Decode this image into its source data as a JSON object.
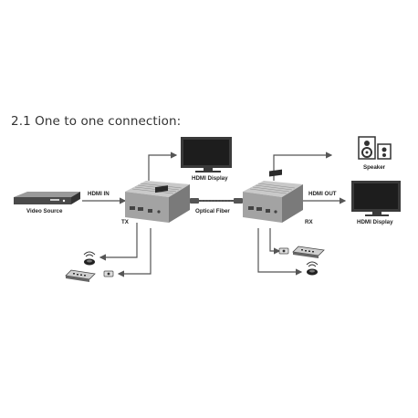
{
  "heading": "2.1 One to one connection:",
  "labels": {
    "hdmi_display_tx": "HDMI Display",
    "video_source": "Video Source",
    "hdmi_in": "HDMI IN",
    "tx": "TX",
    "optical_fiber": "Optical Fiber",
    "rx": "RX",
    "hdmi_out": "HDMI OUT",
    "speaker": "Speaker",
    "hdmi_display_rx": "HDMI Display"
  },
  "colors": {
    "line": "#555555",
    "device_body": "#b8b8b8",
    "device_dark": "#6e6e6e",
    "screen": "#2a2a2a",
    "text": "#222222"
  },
  "icons": {
    "tx_unit": "transmitter-box",
    "rx_unit": "receiver-box",
    "source": "dvd-player",
    "display": "monitor",
    "speaker": "speaker",
    "ir_receiver": "ir-receiver-eye",
    "ir_blaster": "ir-emitter",
    "remote": "remote-control"
  }
}
